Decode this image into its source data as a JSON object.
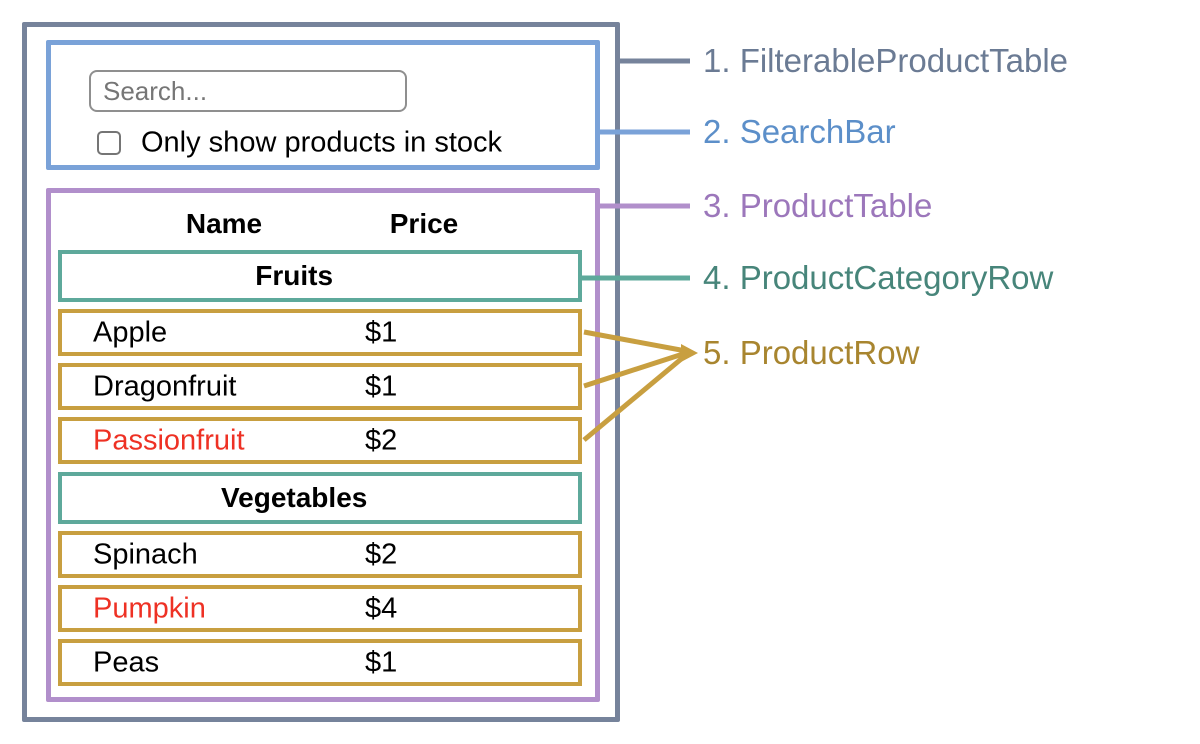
{
  "diagram": {
    "labels": [
      {
        "text": "1. FilterableProductTable",
        "color": "#6B7B94"
      },
      {
        "text": "2. SearchBar",
        "color": "#5C8FC9"
      },
      {
        "text": "3. ProductTable",
        "color": "#9C77BB"
      },
      {
        "text": "4. ProductCategoryRow",
        "color": "#47857A"
      },
      {
        "text": "5. ProductRow",
        "color": "#A8852F"
      }
    ]
  },
  "search_bar": {
    "placeholder": "Search...",
    "checkbox_label": "Only show products in stock",
    "checkbox_checked": false
  },
  "product_table": {
    "headers": {
      "name": "Name",
      "price": "Price"
    },
    "categories": [
      {
        "label": "Fruits",
        "products": [
          {
            "name": "Apple",
            "price": "$1",
            "text_color": "#000000"
          },
          {
            "name": "Dragonfruit",
            "price": "$1",
            "text_color": "#000000"
          },
          {
            "name": "Passionfruit",
            "price": "$2",
            "text_color": "#EE3124"
          }
        ]
      },
      {
        "label": "Vegetables",
        "products": [
          {
            "name": "Spinach",
            "price": "$2",
            "text_color": "#000000"
          },
          {
            "name": "Pumpkin",
            "price": "$4",
            "text_color": "#EE3124"
          },
          {
            "name": "Peas",
            "price": "$1",
            "text_color": "#000000"
          }
        ]
      }
    ]
  },
  "colors": {
    "filterable_product_table_border": "#76839B",
    "search_bar_border": "#7AA2D8",
    "product_table_border": "#B18FCB",
    "product_category_row_border": "#5EA99B",
    "product_row_border": "#C89F40",
    "out_of_stock_text": "#EE3124",
    "input_border": "#8F8F8F",
    "placeholder_text": "#767676"
  }
}
